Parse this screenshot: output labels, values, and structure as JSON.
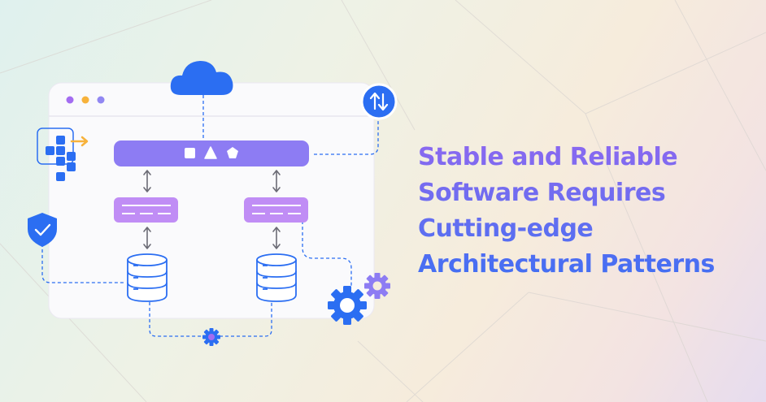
{
  "headline": {
    "line1": "Stable and Reliable",
    "line2": "Software Requires",
    "line3": "Cutting-edge",
    "line4": "Architectural Patterns"
  },
  "colors": {
    "blue": "#2b6ef2",
    "purple": "#a36cf1",
    "light_purple": "#c08df5",
    "gray_bar": "#8d7cf3",
    "orange": "#f7b23b",
    "window_bg": "#fafafc"
  },
  "icons": [
    "cloud-icon",
    "sync-arrows-icon",
    "shield-check-icon",
    "gear-icon",
    "database-icon",
    "square-icon",
    "triangle-icon",
    "pentagon-icon"
  ]
}
